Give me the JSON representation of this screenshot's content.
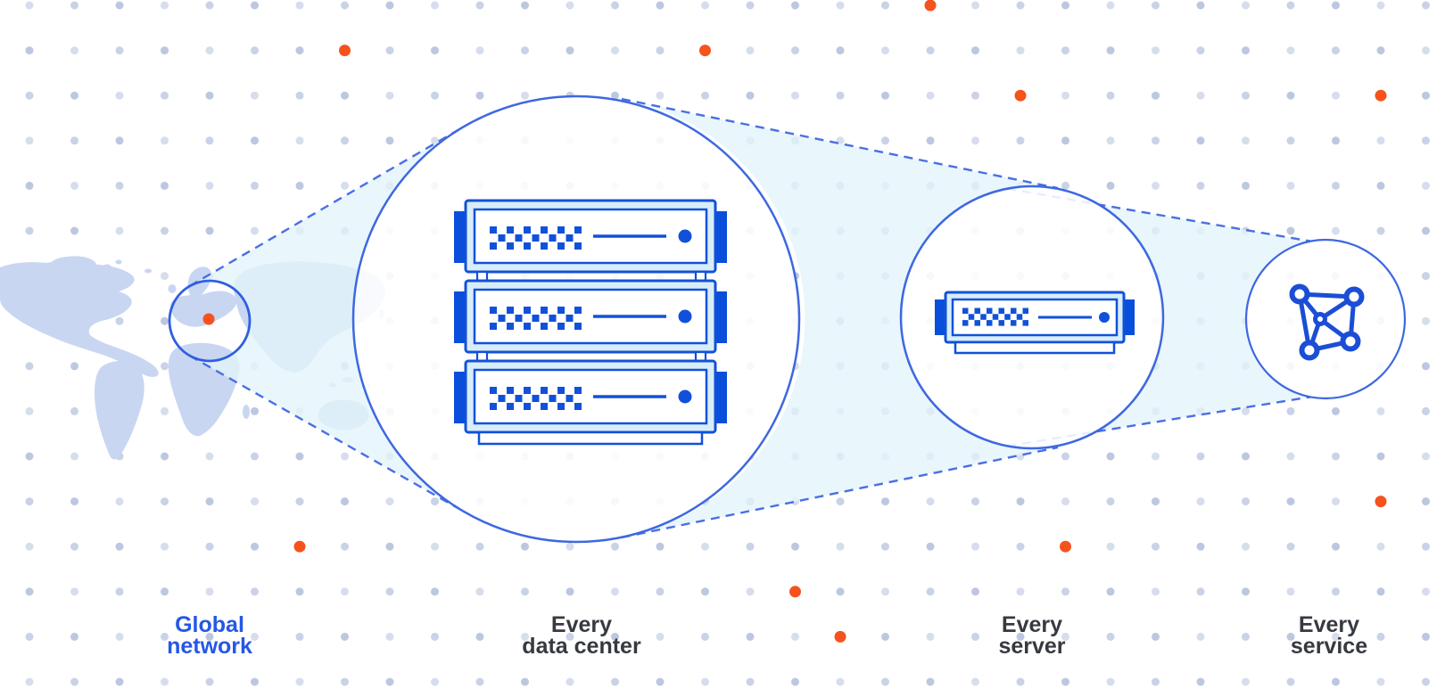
{
  "labels": {
    "global": {
      "line1": "Global",
      "line2": "network"
    },
    "datacenter": {
      "line1": "Every",
      "line2": "data center"
    },
    "server": {
      "line1": "Every",
      "line2": "server"
    },
    "service": {
      "line1": "Every",
      "line2": "service"
    }
  },
  "icons": {
    "map": "world-map",
    "marker": "location-marker-dot",
    "datacenter": "server-rack-icon",
    "server": "server-icon",
    "service": "network-graph-icon"
  },
  "colors": {
    "server_blue": "#1151DA",
    "server_tab_blue": "#0A4EDC",
    "server_panel_fill": "#D8EDF8",
    "beam_fill": "#E3F4FA",
    "circle_stroke": "#3D68E0",
    "map_circle_stroke": "#2F5FE0",
    "dashed_stroke": "#4A6FE3",
    "map_fill": "#C9D6F2",
    "grid_dot": "#B5C1DD",
    "orange_accent": "#F5521D",
    "label_dark": "#363A40",
    "label_blue": "#2458E5",
    "network_icon_blue": "#1B4ED6"
  },
  "background": {
    "orange_dots": [
      [
        20,
        0
      ],
      [
        7,
        1
      ],
      [
        15,
        1
      ],
      [
        22,
        2
      ],
      [
        30,
        2
      ],
      [
        30,
        11
      ],
      [
        6,
        12
      ],
      [
        23,
        12
      ],
      [
        17,
        13
      ],
      [
        18,
        14
      ]
    ]
  }
}
